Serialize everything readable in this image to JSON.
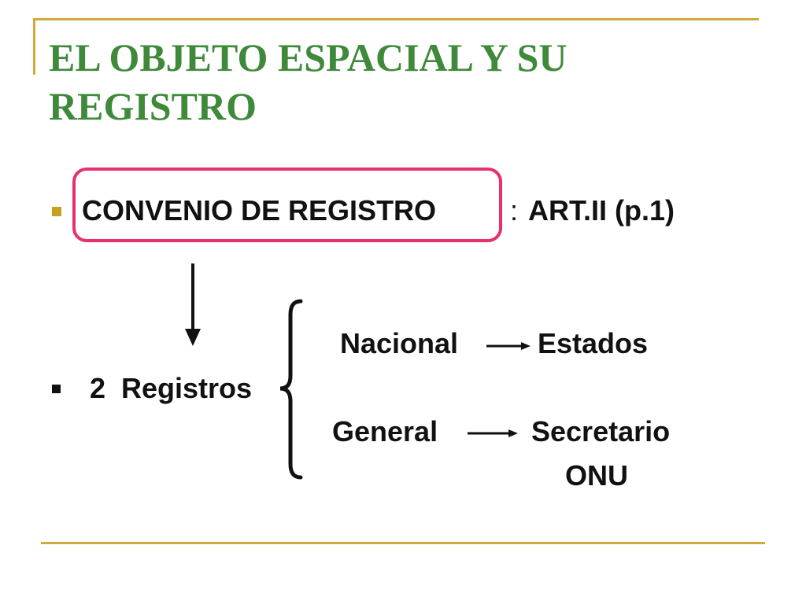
{
  "slide": {
    "title": "EL OBJETO ESPACIAL Y SU REGISTRO",
    "bullet1": {
      "label": "CONVENIO DE REGISTRO",
      "separator": ":",
      "reference": "ART.II (p.1)"
    },
    "bullet2": {
      "label": "2  Registros"
    },
    "registers": [
      {
        "type": "Nacional",
        "holder": "Estados"
      },
      {
        "type": "General",
        "holder": "Secretario",
        "holder_line2": "ONU"
      }
    ]
  },
  "colors": {
    "title": "#3f8a3a",
    "highlight": "#e8306e",
    "rule": "#d4a93a",
    "bullet_gold": "#c8a020",
    "text": "#111111"
  }
}
